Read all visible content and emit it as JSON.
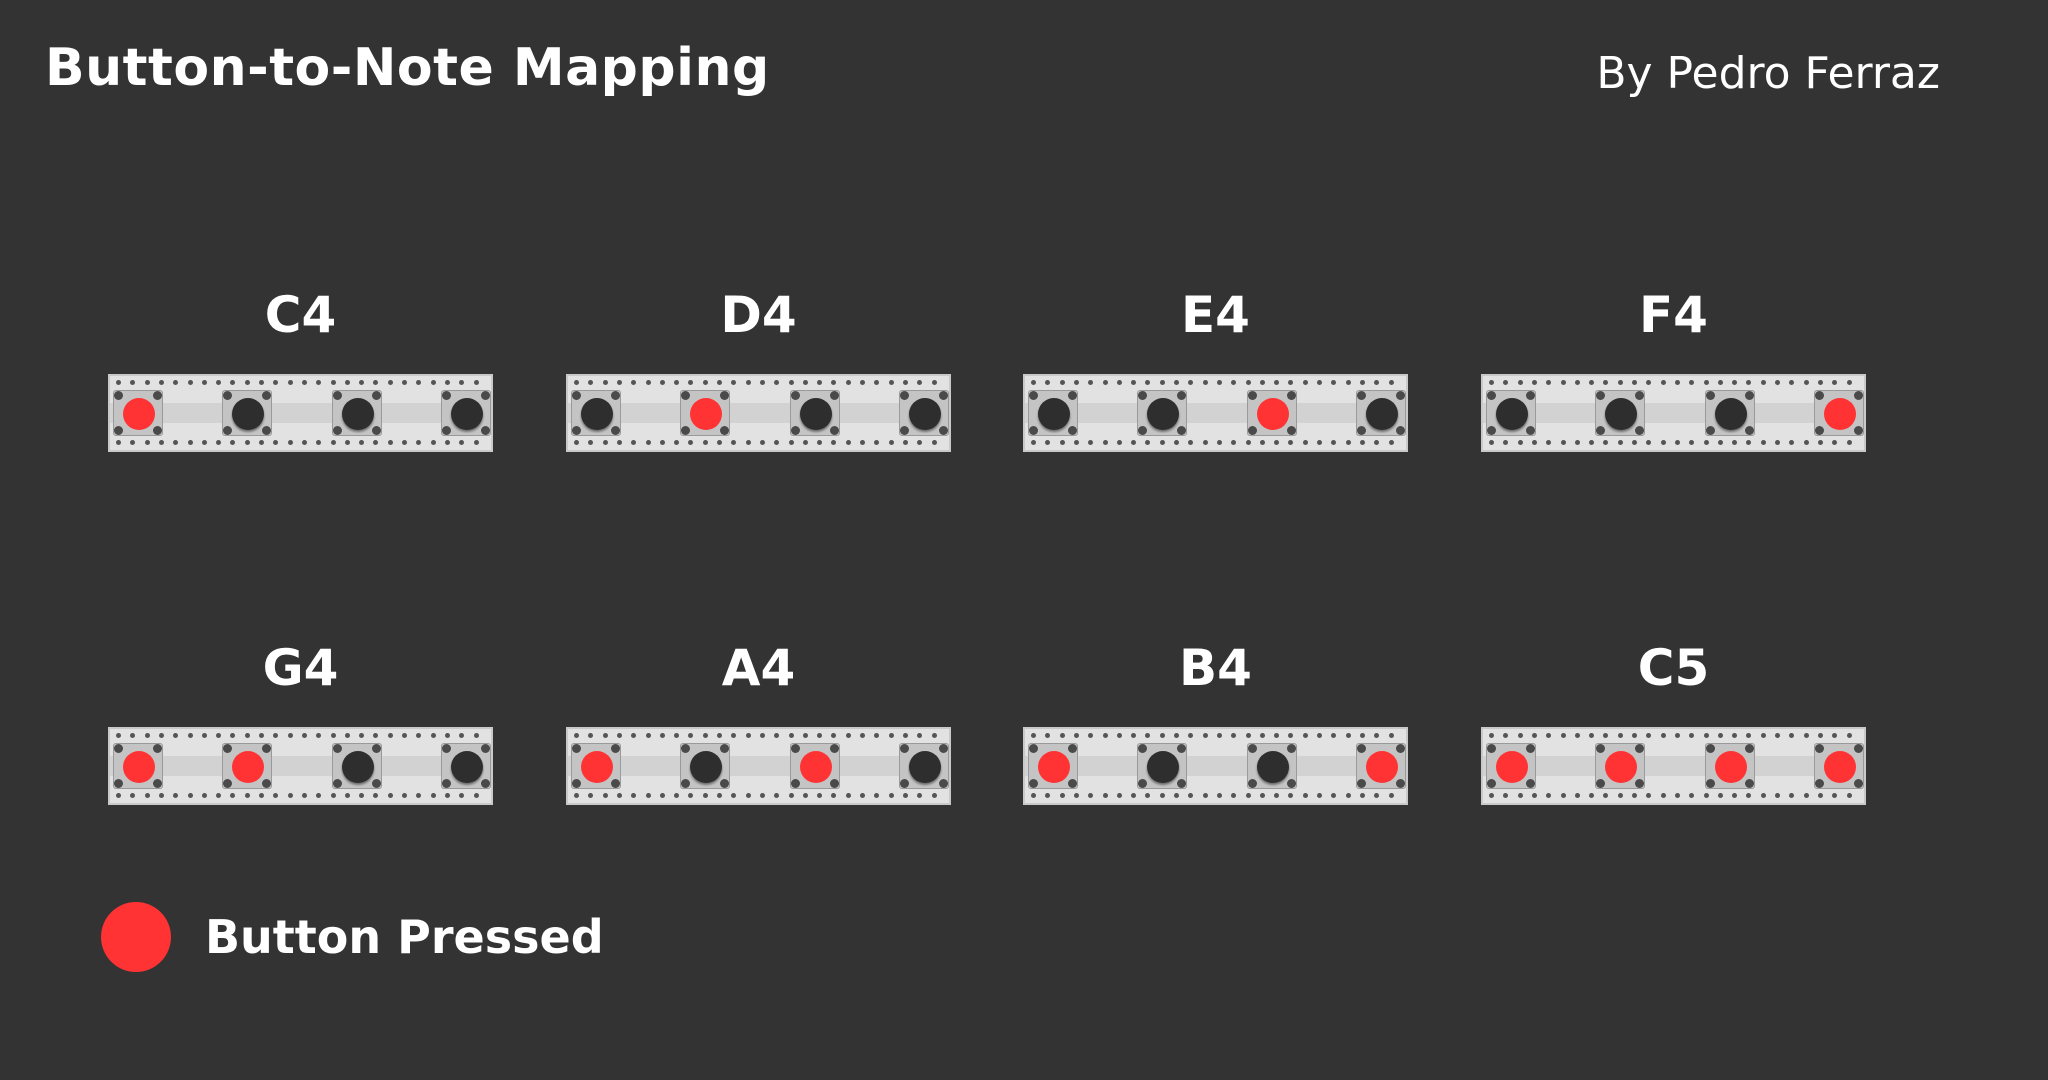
{
  "header": {
    "title": "Button-to-Note Mapping",
    "author": "By Pedro Ferraz"
  },
  "colors": {
    "background": "#333333",
    "pressed": "#ff3333",
    "unpressed": "#2e2e2e",
    "board": "#e2e2e2"
  },
  "notes": [
    {
      "note": "C4",
      "buttons": [
        true,
        false,
        false,
        false
      ]
    },
    {
      "note": "D4",
      "buttons": [
        false,
        true,
        false,
        false
      ]
    },
    {
      "note": "E4",
      "buttons": [
        false,
        false,
        true,
        false
      ]
    },
    {
      "note": "F4",
      "buttons": [
        false,
        false,
        false,
        true
      ]
    },
    {
      "note": "G4",
      "buttons": [
        true,
        true,
        false,
        false
      ]
    },
    {
      "note": "A4",
      "buttons": [
        true,
        false,
        true,
        false
      ]
    },
    {
      "note": "B4",
      "buttons": [
        true,
        false,
        false,
        true
      ]
    },
    {
      "note": "C5",
      "buttons": [
        true,
        true,
        true,
        true
      ]
    }
  ],
  "legend": {
    "label": "Button Pressed",
    "icon": "pressed-button-dot-icon"
  }
}
